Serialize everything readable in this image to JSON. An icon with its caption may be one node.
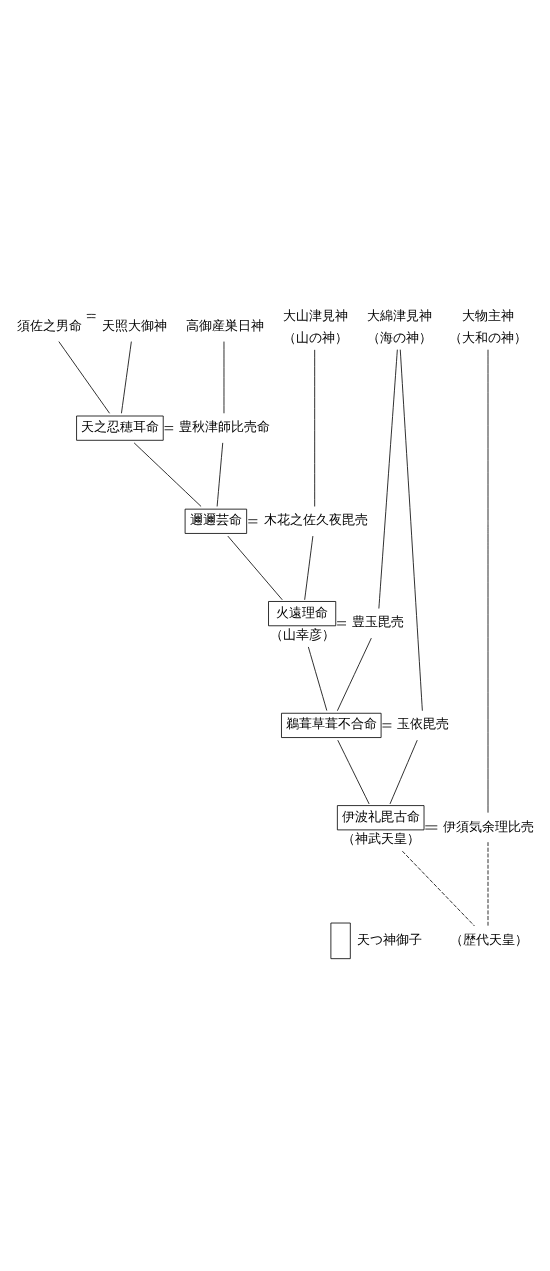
{
  "diagram": {
    "nodes": [
      {
        "text": [
          "大物主神"
        ],
        "beside": [
          "（大和の神）"
        ]
      },
      {
        "text": [
          "大綿津見神"
        ],
        "beside": [
          "（海の神）"
        ]
      },
      {
        "text": [
          "大山津見神"
        ],
        "beside": [
          "（山の神）"
        ]
      },
      {
        "text": [
          "高御産巣日神"
        ]
      },
      {
        "text": [
          "天照大御神"
        ]
      },
      {
        "text": [
          "須佐之男命"
        ]
      },
      {
        "text": [
          "天之忍穂耳命"
        ]
      },
      {
        "text": [
          "豊秋津師比売命"
        ]
      },
      {
        "text": [
          "邇邇芸命"
        ]
      },
      {
        "text": [
          "木花之佐久夜毘売"
        ]
      },
      {
        "text": [
          "火遠理命"
        ],
        "beside": [
          "（山幸彦）"
        ]
      },
      {
        "text": [
          "豊玉毘売"
        ]
      },
      {
        "text": [
          "玉依毘売"
        ]
      },
      {
        "text": [
          "鵜葺草葺不合命"
        ]
      },
      {
        "text": [
          "伊須気余理比売"
        ]
      },
      {
        "text": [
          "伊波礼毘古命"
        ],
        "beside": [
          "（神武天皇）"
        ]
      },
      {
        "text": [
          "（歴代天皇）"
        ]
      }
    ],
    "edges": [
      {
        "from": 5,
        "to": 4,
        "arrow": "none"
      },
      {
        "from": 4,
        "to": 6,
        "arrow": "none"
      },
      {
        "from": 5,
        "to": 6,
        "arrow": "none"
      },
      {
        "from": 3,
        "to": 7,
        "arrow": "none"
      },
      {
        "from": 6,
        "to": 7,
        "arrow": "none"
      },
      {
        "from": 6,
        "to": 8,
        "arrow": "none"
      },
      {
        "from": 7,
        "to": 8,
        "arrow": "none"
      },
      {
        "from": 2,
        "to": 9,
        "arrow": "none"
      },
      {
        "from": 8,
        "to": 9,
        "arrow": "none"
      },
      {
        "from": 8,
        "to": 10,
        "arrow": "none"
      },
      {
        "from": 9,
        "to": 10,
        "arrow": "none"
      },
      {
        "from": 1,
        "to": 11,
        "arrow": "none"
      },
      {
        "from": 1,
        "to": 12,
        "arrow": "none"
      },
      {
        "from": 10,
        "to": 11,
        "arrow": "none"
      },
      {
        "from": 10,
        "to": 13,
        "arrow": "none"
      },
      {
        "from": 11,
        "to": 13,
        "arrow": "none"
      },
      {
        "from": 13,
        "to": 12,
        "arrow": "none"
      },
      {
        "from": 13,
        "to": 15,
        "arrow": "none"
      },
      {
        "from": 12,
        "to": 15,
        "arrow": "none"
      },
      {
        "from": 0,
        "to": 14,
        "arrow": "none"
      },
      {
        "from": 15,
        "to": 14,
        "arrow": "none"
      },
      {
        "from": 15,
        "to": 16,
        "arrow": "none",
        "style": "dashed"
      },
      {
        "from": 14,
        "to": 16,
        "arrow": "none",
        "style": "dashed"
      }
    ],
    "legend": [
      {
        "text": "天つ神御子"
      }
    ]
  }
}
